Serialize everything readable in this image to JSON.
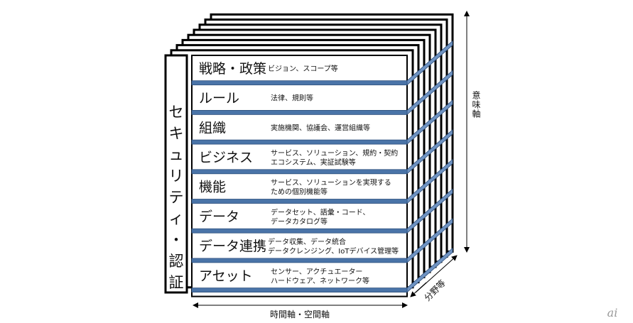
{
  "security_pillar": {
    "label": [
      "セ",
      "キ",
      "ュ",
      "リ",
      "テ",
      "ィ",
      "・",
      "認",
      "証"
    ],
    "text": "セキュリティ・認証"
  },
  "layers": [
    {
      "title": "戦略・政策",
      "desc": [
        "ビジョン、スコープ等"
      ]
    },
    {
      "title": "ルール",
      "desc": [
        "法律、規則等"
      ]
    },
    {
      "title": "組織",
      "desc": [
        "実施機関、協議会、運営組織等"
      ]
    },
    {
      "title": "ビジネス",
      "desc": [
        "サービス、ソリューション、規約・契約",
        "エコシステム、実証試験等"
      ]
    },
    {
      "title": "機能",
      "desc": [
        "サービス、ソリューションを実現する",
        "ための個別機能等"
      ]
    },
    {
      "title": "データ",
      "desc": [
        "データセット、語彙・コード、",
        "データカタログ等"
      ]
    },
    {
      "title": "データ連携",
      "desc": [
        "データ収集、データ統合",
        "データクレンジング、IoTデバイス管理等"
      ]
    },
    {
      "title": "アセット",
      "desc": [
        "センサー、アクチュエーター",
        "ハードウェア、ネットワーク等"
      ]
    }
  ],
  "axes": {
    "vertical": "意味軸",
    "horizontal": "時間軸・空間軸",
    "depth": "分野等"
  },
  "logo": "ai",
  "colors": {
    "bar": "#4a74a8",
    "bar_light": "#6f93c2",
    "line": "#000000"
  }
}
